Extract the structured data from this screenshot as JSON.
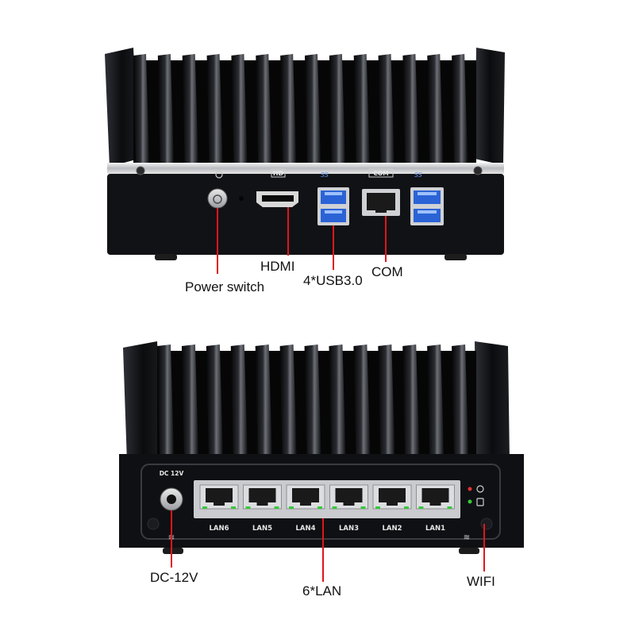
{
  "top_unit": {
    "panel_labels": {
      "hdmi_mark": "HD",
      "usb_mark_left": "SS",
      "com_mark": "COM",
      "usb_mark_right": "SS"
    },
    "callouts": {
      "power": "Power switch",
      "hdmi": "HDMI",
      "usb": "4*USB3.0",
      "com": "COM"
    }
  },
  "bottom_unit": {
    "power_jack_label": "DC 12V",
    "lan_ports": [
      "LAN6",
      "LAN5",
      "LAN4",
      "LAN3",
      "LAN2",
      "LAN1"
    ],
    "callouts": {
      "dc": "DC-12V",
      "lan": "6*LAN",
      "wifi": "WIFI"
    }
  },
  "colors": {
    "callout_line": "#e0161b",
    "chassis": "#101114",
    "led_green": "#37c93a",
    "led_red": "#e23232",
    "usb_blue": "#2b63d6"
  }
}
